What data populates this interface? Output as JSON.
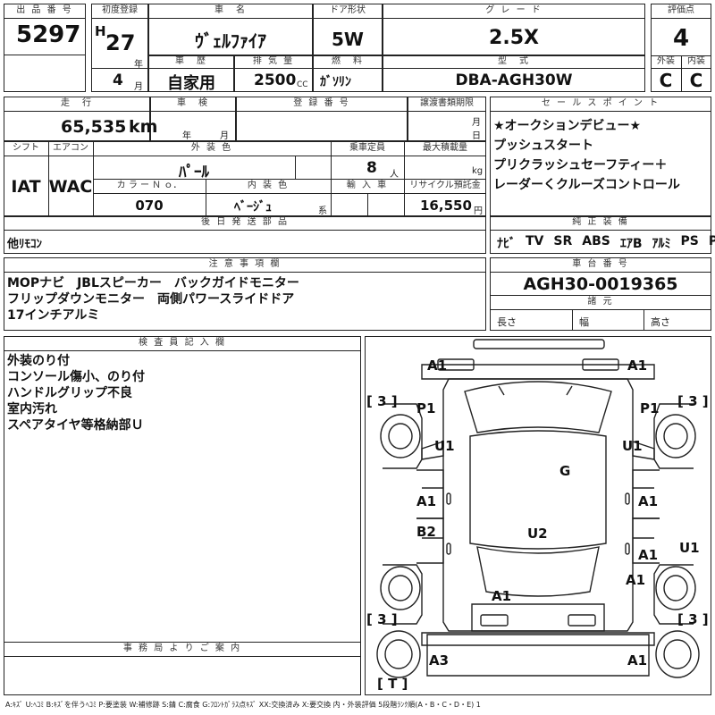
{
  "header": {
    "lot_no_label": "出 品 番 号",
    "lot_no": "5297",
    "first_reg_label": "初度登録",
    "era": "H",
    "year": "27",
    "year_unit": "年",
    "month": "4",
    "month_unit": "月",
    "car_name_label": "車　名",
    "car_name": "ｳﾞｪﾙﾌｧｲｱ",
    "door_label": "ドア形状",
    "door": "5W",
    "grade_label": "グ レ ー ド",
    "grade": "2.5X",
    "score_label": "評価点",
    "score": "4",
    "history_label": "車　歴",
    "history": "自家用",
    "displacement_label": "排 気 量",
    "displacement": "2500",
    "displacement_unit": "CC",
    "fuel_label": "燃　料",
    "fuel": "ｶﾞｿﾘﾝ",
    "model_label": "型　式",
    "model": "DBA-AGH30W",
    "exterior_label": "外装",
    "exterior": "C",
    "interior_label": "内装",
    "interior": "C"
  },
  "row2": {
    "mileage_label": "走　行",
    "mileage": "65,535",
    "mileage_unit": "km",
    "inspection_label": "車　検",
    "year_unit": "年",
    "month_unit": "月",
    "reg_no_label": "登 録 番 号",
    "transfer_label": "譲渡書類期限",
    "transfer_month_unit": "月",
    "transfer_day_unit": "日",
    "sales_label": "セ ー ル ス ポ イ ン ト",
    "sales_points": [
      "★オークションデビュー★",
      "プッシュスタート",
      "プリクラッシュセーフティー＋",
      "レーダーくクルーズコントロール"
    ]
  },
  "row3": {
    "shift_label": "シフト",
    "shift": "IAT",
    "ac_label": "エアコン",
    "ac": "WAC",
    "ext_color_label": "外 装 色",
    "ext_color": "ﾊﾟｰﾙ",
    "capacity_label": "乗車定員",
    "capacity": "8",
    "capacity_unit": "人",
    "max_load_label": "最大積載量",
    "max_load_unit": "kg",
    "color_no_label": "カ ラ ー Ｎ ｏ．",
    "color_no": "070",
    "int_color_label": "内 装 色",
    "int_color": "ﾍﾞｰｼﾞｭ",
    "int_color_unit": "系",
    "import_label": "輸 入 車",
    "recycle_label": "リサイクル預託金",
    "recycle": "16,550",
    "recycle_unit": "円"
  },
  "later_parts": {
    "label": "後 日 発 送 部 品",
    "value": "他ﾘﾓｺﾝ"
  },
  "genuine": {
    "label": "純 正 装 備",
    "items": [
      "ﾅﾋﾞ",
      "TV",
      "SR",
      "ABS",
      "ｴｱB",
      "ｱﾙﾐ",
      "PS",
      "PW"
    ]
  },
  "notes": {
    "label": "注 意 事 項 欄",
    "lines": [
      "MOPナビ　JBLスピーカー　バックガイドモニター",
      "フリップダウンモニター　両側パワースライドドア",
      "17インチアルミ"
    ]
  },
  "chassis": {
    "label": "車 台 番 号",
    "value": "AGH30-0019365",
    "dims_label": "諸 元",
    "length_label": "長さ",
    "width_label": "幅",
    "height_label": "高さ"
  },
  "inspector": {
    "label": "検 査 員 記 入 欄",
    "lines": [
      "外装のり付",
      "コンソール傷小、のり付",
      "ハンドルグリップ不良",
      "室内汚れ",
      "スペアタイヤ等格納部Ｕ"
    ]
  },
  "office": {
    "label": "事 務 局 よ り ご 案 内"
  },
  "diagram": {
    "marks": {
      "front_left": "A1",
      "front_right": "A1",
      "p_left": "P1",
      "p_right": "P1",
      "u_left": "U1",
      "u_right": "U1",
      "roof": "G",
      "door_left": "A1",
      "door_right": "A1",
      "rear_door_left": "B2",
      "rear_door_right": "A1",
      "floor": "U2",
      "right_edge": "U1",
      "rear_fender_right": "A1",
      "rear_cabin": "A1",
      "rear_left": "A3",
      "rear_right": "A1"
    },
    "brackets": {
      "tl": "[ 3 ]",
      "tr": "[ 3 ]",
      "bl": "[ 3 ]",
      "br": "[ 3 ]",
      "t": "[ T ]"
    }
  },
  "legend": "A:ｷｽﾞ U:ﾍｺﾐ B:ｷｽﾞを伴うﾍｺﾐ P:要塗装 W:補修跡 S:錆 C:腐食 G:ﾌﾛﾝﾄｶﾞﾗｽ点ｷｽﾞ XX:交換済み X:要交換 内・外装評価 5段階ﾗﾝｸ順(A・B・C・D・E) 1"
}
